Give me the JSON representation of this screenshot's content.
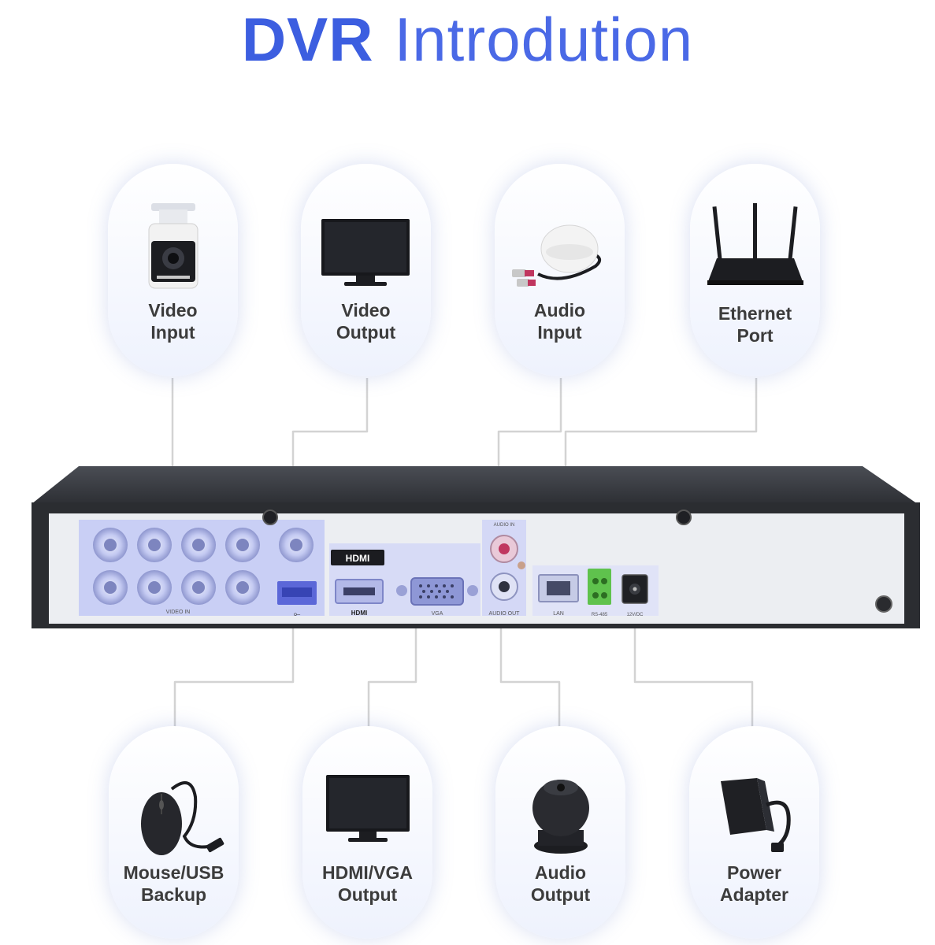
{
  "title": {
    "bold": "DVR",
    "regular": "Introdution"
  },
  "top_items": [
    {
      "label_line1": "Video",
      "label_line2": "Input",
      "icon": "camera-icon"
    },
    {
      "label_line1": "Video",
      "label_line2": "Output",
      "icon": "monitor-icon"
    },
    {
      "label_line1": "Audio",
      "label_line2": "Input",
      "icon": "microphone-icon"
    },
    {
      "label_line1": "Ethernet",
      "label_line2": "Port",
      "icon": "router-icon"
    }
  ],
  "bottom_items": [
    {
      "label_line1": "Mouse/USB",
      "label_line2": "Backup",
      "icon": "mouse-icon"
    },
    {
      "label_line1": "HDMI/VGA",
      "label_line2": "Output",
      "icon": "monitor-icon"
    },
    {
      "label_line1": "Audio",
      "label_line2": "Output",
      "icon": "speaker-icon"
    },
    {
      "label_line1": "Power",
      "label_line2": "Adapter",
      "icon": "power-adapter-icon"
    }
  ],
  "dvr_labels": {
    "hdmi_badge": "HDMI",
    "video_in": "VIDEO IN",
    "hdmi": "HDMI",
    "vga": "VGA",
    "audio_in": "AUDIO IN",
    "audio_out": "AUDIO OUT",
    "lan": "LAN",
    "rs485": "RS-485",
    "dc": "12V/DC"
  },
  "colors": {
    "title": "#3c5ee0",
    "panel": "#c9cff5",
    "body": "#2b2d31",
    "line": "#d5d5d5"
  }
}
